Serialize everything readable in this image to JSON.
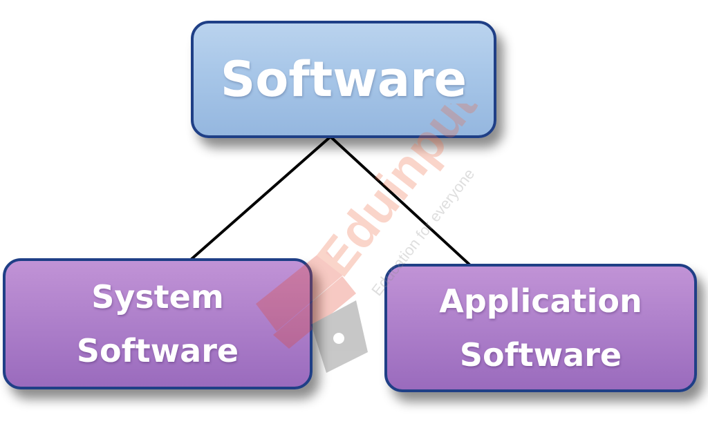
{
  "diagram": {
    "root": {
      "label": "Software"
    },
    "children": [
      {
        "lines": [
          "System",
          "Software"
        ]
      },
      {
        "lines": [
          "Application",
          "Software"
        ]
      }
    ],
    "watermark": {
      "brand": "Eduinput",
      "tagline": "Education for everyone"
    },
    "colors": {
      "root_fill": "#a7c6e8",
      "child_fill": "#ad7fca",
      "border": "#1f3f86",
      "connector": "#000000",
      "watermark": "#f08a6a"
    }
  }
}
